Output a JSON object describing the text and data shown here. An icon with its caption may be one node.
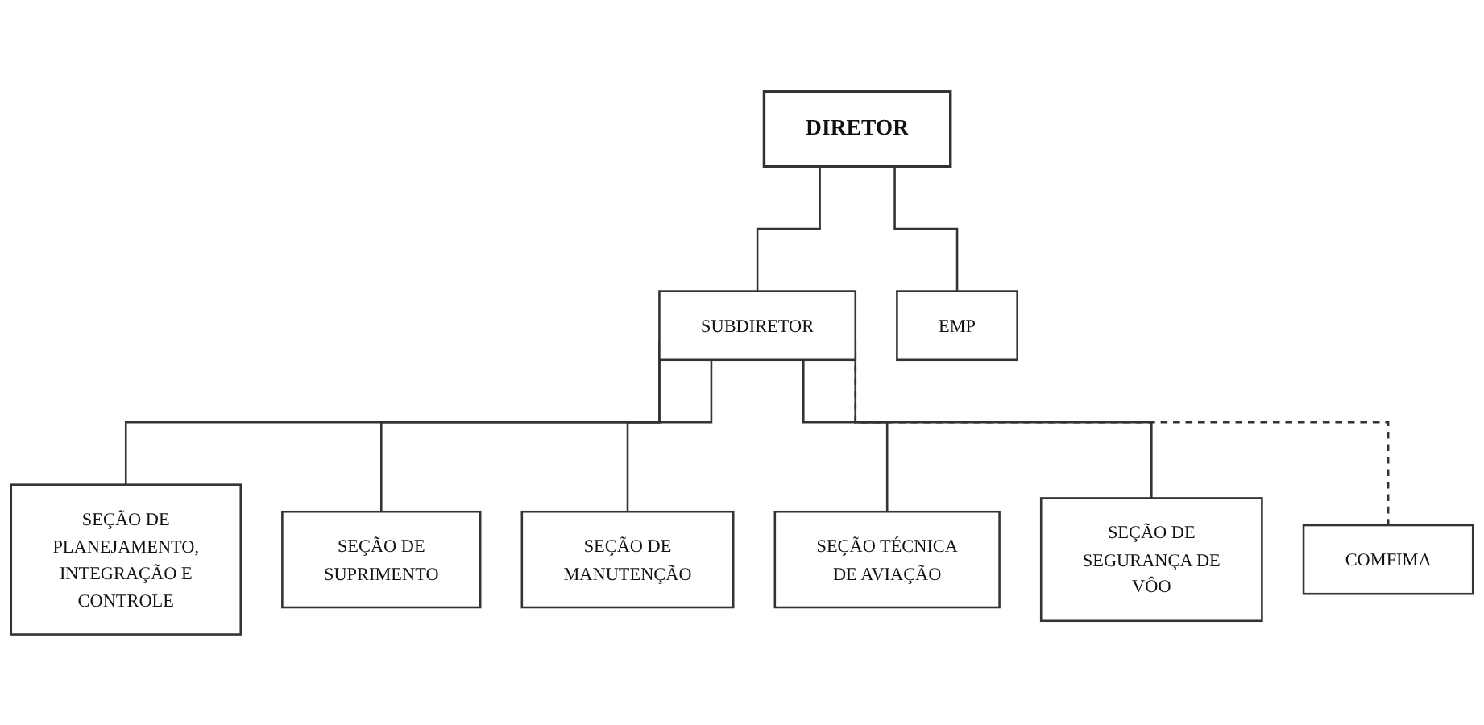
{
  "diagram": {
    "nodes": [
      {
        "text": [
          "DIRETOR"
        ]
      },
      {
        "text": [
          "EMP"
        ]
      },
      {
        "text": [
          "SUBDIRETOR"
        ]
      },
      {
        "text": [
          "SEÇÃO DE PLANEJAMENTO, INTEGRAÇÃO E CONTROLE"
        ]
      },
      {
        "text": [
          "SEÇÃO DE SUPRIMENTO"
        ]
      },
      {
        "text": [
          "SEÇÃO DE MANUTENÇÃO"
        ]
      },
      {
        "text": [
          "SEÇÃO TÉCNICA DE AVIAÇÃO"
        ]
      },
      {
        "text": [
          "SEÇÃO DE SEGURANÇA DE VÔO"
        ]
      },
      {
        "text": [
          "COMFIMA"
        ]
      }
    ],
    "edges": [
      {
        "from": 0,
        "to": 1,
        "arrow": "none"
      },
      {
        "from": 0,
        "to": 2,
        "arrow": "none"
      },
      {
        "from": 2,
        "to": 3,
        "arrow": "none"
      },
      {
        "from": 2,
        "to": 4,
        "arrow": "none"
      },
      {
        "from": 2,
        "to": 5,
        "arrow": "none"
      },
      {
        "from": 2,
        "to": 6,
        "arrow": "none"
      },
      {
        "from": 2,
        "to": 7,
        "arrow": "none"
      },
      {
        "from": 2,
        "to": 8,
        "arrow": "none",
        "style": "dashed"
      }
    ]
  }
}
